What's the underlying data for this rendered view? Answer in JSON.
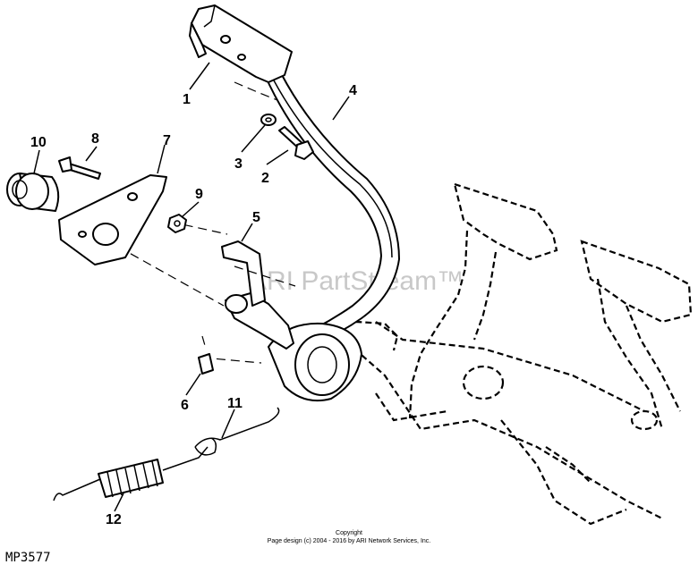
{
  "diagram": {
    "watermark": "ARI PartStream™",
    "figure_id": "MP3577",
    "copyright_label": "Copyright",
    "copyright_text": "Page design (c) 2004 - 2016 by ARI Network Services, Inc.",
    "callouts": {
      "c1": "1",
      "c2": "2",
      "c3": "3",
      "c4": "4",
      "c5": "5",
      "c6": "6",
      "c7": "7",
      "c8": "8",
      "c9": "9",
      "c10": "10",
      "c11": "11",
      "c12": "12"
    }
  }
}
